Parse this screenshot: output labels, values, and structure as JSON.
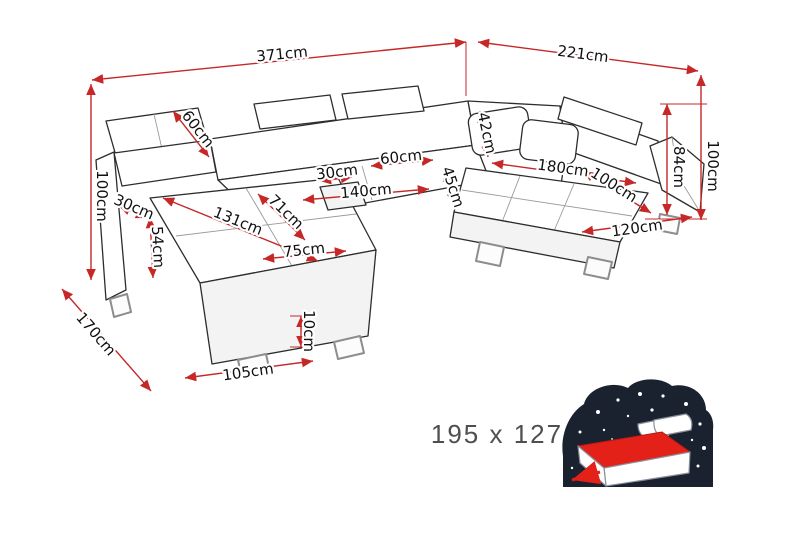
{
  "diagram": {
    "dims": {
      "total_width": "371cm",
      "total_depth": "221cm",
      "height_right": "100cm",
      "backrest_height": "84cm",
      "headrest_height": "42cm",
      "seat_depth": "60cm",
      "console_width": "30cm",
      "seat_width": "140cm",
      "corner_seat_width": "45cm",
      "right_side_length": "180cm",
      "right_chaise_depth": "100cm",
      "right_chaise_width": "120cm",
      "height_left": "100cm",
      "arm_width": "30cm",
      "left_headrest_height": "60cm",
      "chaise_length": "131cm",
      "seat_height": "54cm",
      "chaise_depth": "71cm",
      "chaise_width": "75cm",
      "side_depth": "170cm",
      "leg_height": "10cm",
      "front_width": "105cm"
    },
    "sleeping_area": {
      "label": "195 x 127"
    },
    "colors": {
      "dimension_red": "#c62828",
      "outline_black": "#2d2d2d",
      "label_text": "#101010",
      "sleeping_label_gray": "#4f4f4f",
      "icon_night_dark": "#1a2230",
      "mattress_red": "#e32119"
    }
  }
}
